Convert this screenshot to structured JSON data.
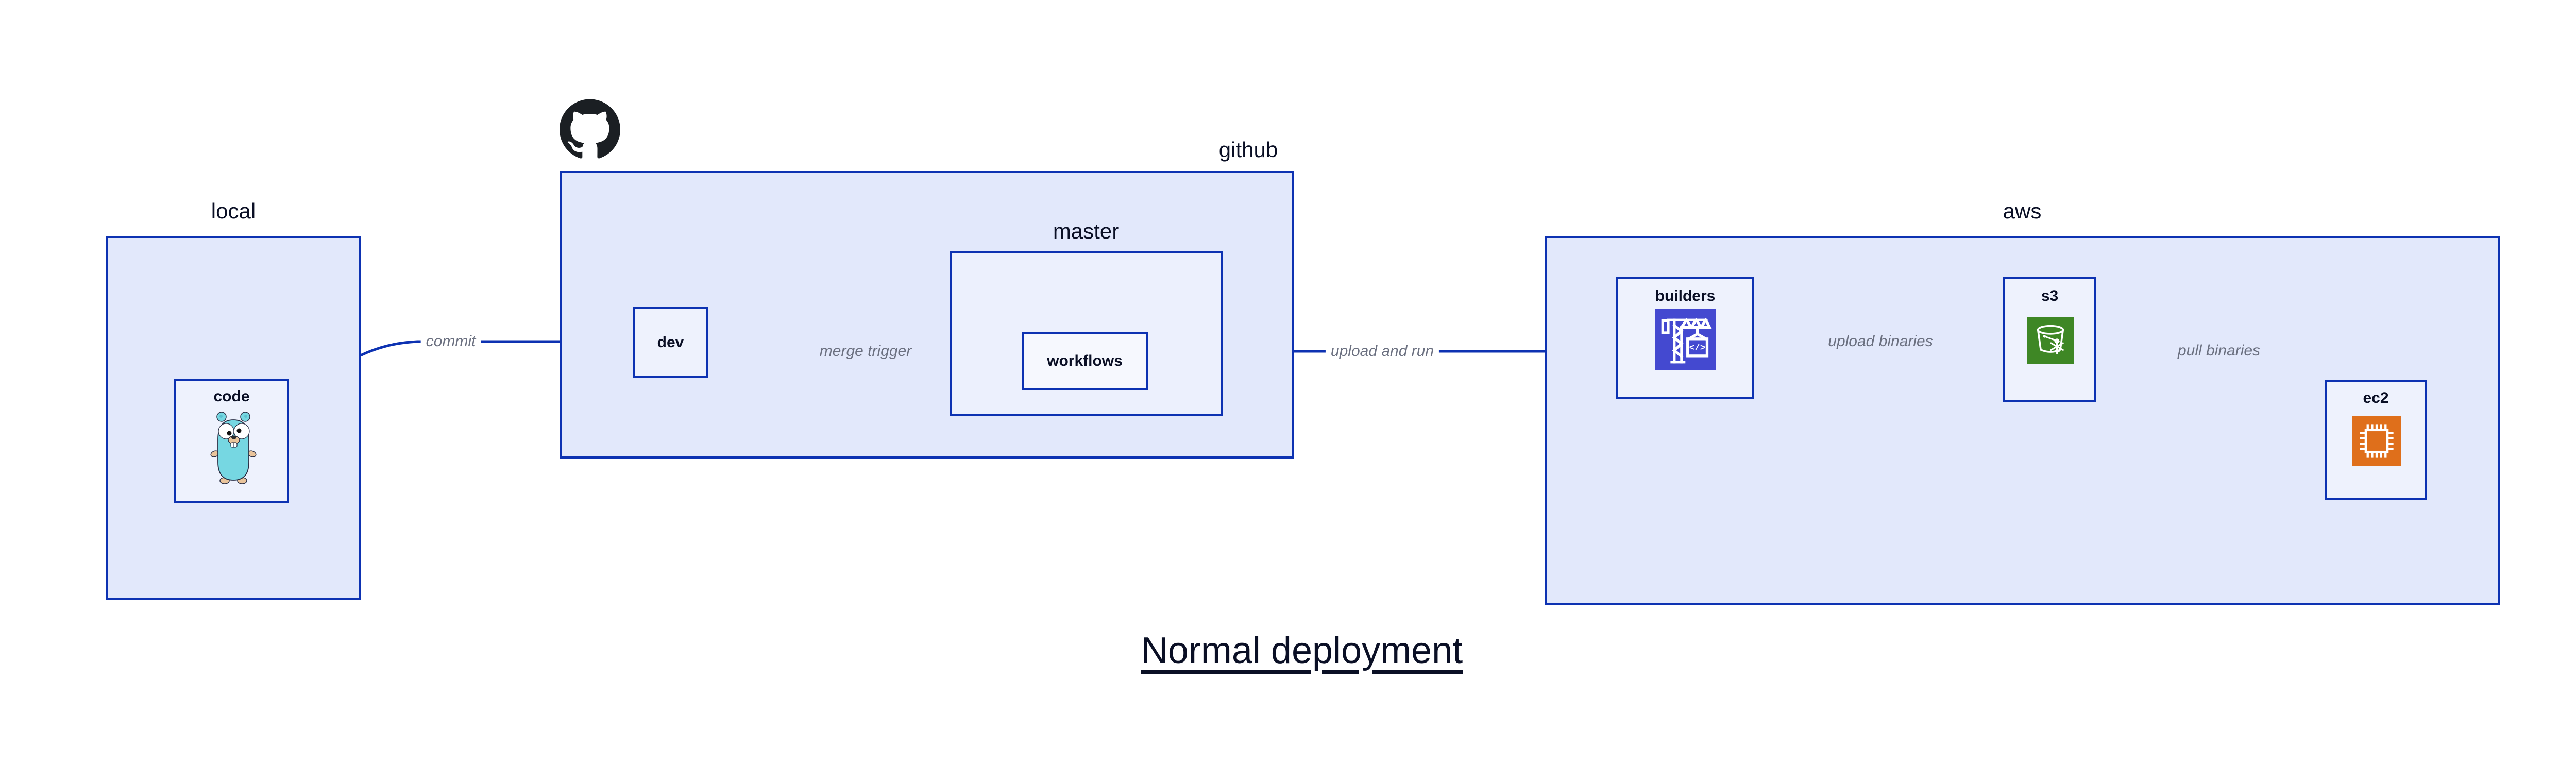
{
  "title": "Normal deployment",
  "containers": {
    "local": {
      "label": "local"
    },
    "github": {
      "label": "github"
    },
    "master": {
      "label": "master"
    },
    "aws": {
      "label": "aws"
    }
  },
  "nodes": {
    "code": {
      "label": "code"
    },
    "dev": {
      "label": "dev"
    },
    "workflows": {
      "label": "workflows"
    },
    "builders": {
      "label": "builders"
    },
    "s3": {
      "label": "s3"
    },
    "ec2": {
      "label": "ec2"
    }
  },
  "edges": {
    "commit": {
      "label": "commit"
    },
    "merge_trigger": {
      "label": "merge trigger"
    },
    "upload_and_run": {
      "label": "upload and run"
    },
    "upload_binaries": {
      "label": "upload binaries"
    },
    "pull_binaries": {
      "label": "pull binaries"
    }
  },
  "icons": {
    "github": "github-octocat-icon",
    "code": "go-gopher-icon",
    "builders": "codebuild-crane-icon",
    "s3": "s3-bucket-snowflake-icon",
    "ec2": "ec2-chip-icon",
    "codebuild_glyph": "</>"
  },
  "colors": {
    "stroke": "#0d32b2",
    "container_fill": "#e2e8fb",
    "master_fill": "#ecf0fd",
    "item_fill": "#eef2fd",
    "innermost_fill": "#f6f8fe",
    "text": "#0a0f25",
    "edge_label": "#6b7080",
    "codebuild": "#4449d0",
    "s3": "#3e8725",
    "ec2": "#df6f1b",
    "gopher": "#76d7e2",
    "gopher_skin": "#e9c49b"
  }
}
